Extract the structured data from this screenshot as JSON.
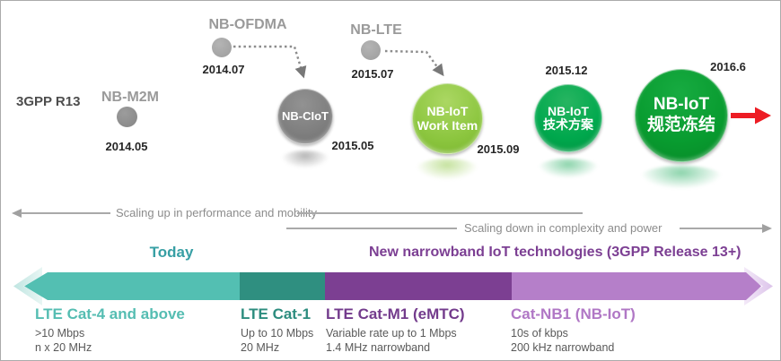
{
  "timeline": {
    "axis_label": "3GPP R13",
    "milestones": [
      {
        "label": "NB-M2M",
        "date": "2014.05"
      },
      {
        "label": "NB-OFDMA",
        "date": "2014.07"
      },
      {
        "label": "NB-CIoT",
        "date": "2015.05"
      },
      {
        "label": "NB-LTE",
        "date": "2015.07"
      },
      {
        "line1": "NB-IoT",
        "line2": "Work Item",
        "date": "2015.09"
      },
      {
        "line1": "NB-IoT",
        "line2": "技术方案",
        "date": "2015.12"
      },
      {
        "line1": "NB-IoT",
        "line2": "规范冻结",
        "date": "2016.6"
      }
    ]
  },
  "scaling": {
    "up": "Scaling up in performance and mobility",
    "down": "Scaling down in complexity and power"
  },
  "bands": {
    "today_label": "Today",
    "new_label": "New narrowband IoT technologies (3GPP Release 13+)",
    "segments": [
      {
        "name": "LTE Cat-4 and above",
        "specs": [
          ">10 Mbps",
          "n x 20 MHz"
        ],
        "bar_color": "#53BFB2",
        "text_color": "#55BDB2"
      },
      {
        "name": "LTE Cat-1",
        "specs": [
          "Up to 10 Mbps",
          "20 MHz"
        ],
        "bar_color": "#2F8F80",
        "text_color": "#2C8C7E"
      },
      {
        "name": "LTE Cat-M1 (eMTC)",
        "specs": [
          "Variable rate up to 1 Mbps",
          "1.4 MHz narrowband"
        ],
        "bar_color": "#7C3F92",
        "text_color": "#733B8C"
      },
      {
        "name": "Cat-NB1 (NB-IoT)",
        "specs": [
          "10s of kbps",
          "200 kHz narrowband"
        ],
        "bar_color": "#B57FC9",
        "text_color": "#B077C5"
      }
    ]
  },
  "colors": {
    "timeline_green": "#3EA936",
    "gray_node": "#7F7F7F",
    "work_item_green": "#8CC63F",
    "tech_green": "#00A84D",
    "freeze_green": "#089B2F",
    "arrow_red": "#ED1C24",
    "today_teal": "#379FA4",
    "new_purple": "#7C3F93"
  }
}
